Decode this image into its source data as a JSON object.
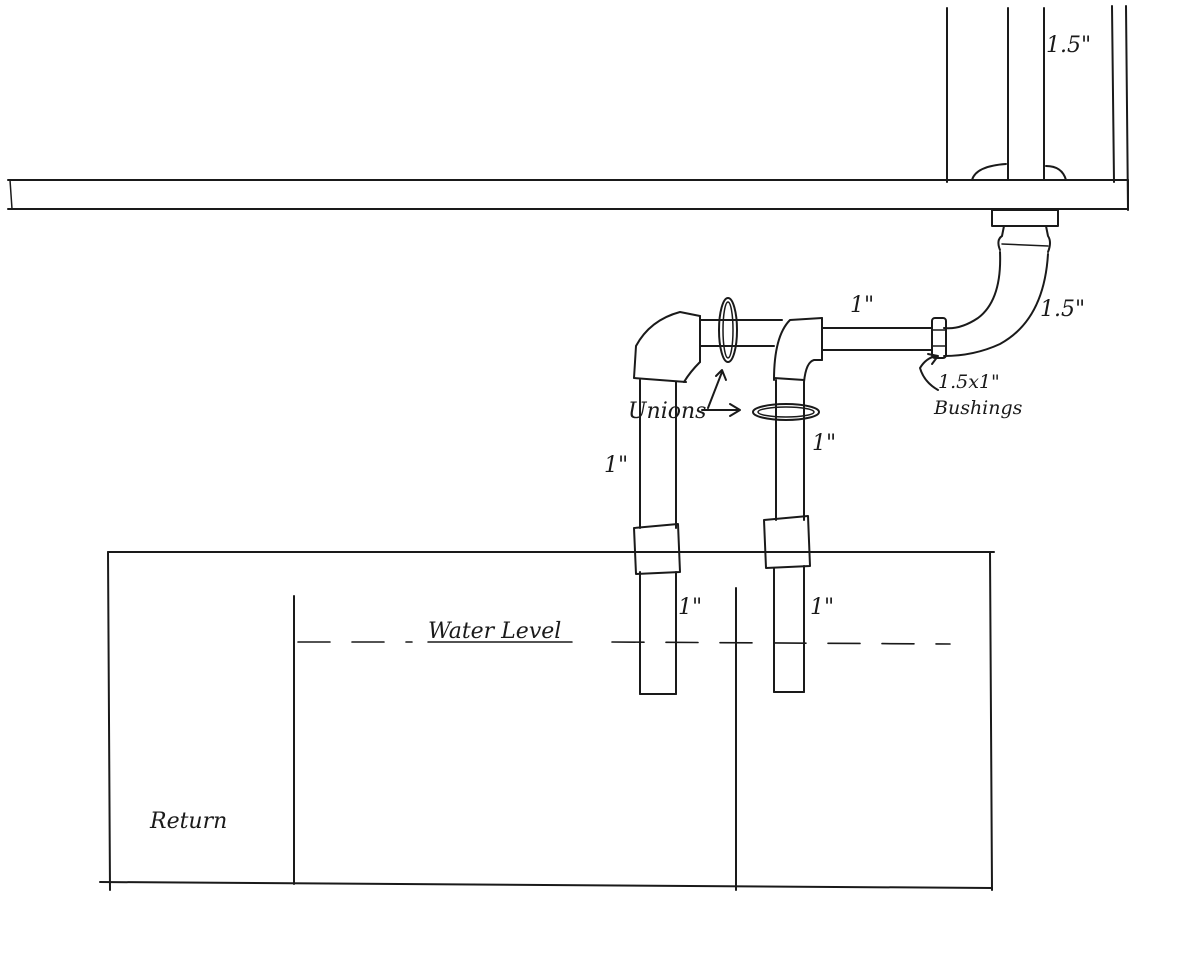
{
  "labels": {
    "top_pipe_size": "1.5\"",
    "elbow_pipe_size": "1.5\"",
    "horizontal_pipe_size": "1\"",
    "bushing_size": "1.5x1\"",
    "bushing_label": "Bushings",
    "unions_label": "Unions",
    "left_drop_size": "1\"",
    "right_drop_size": "1\"",
    "left_in_tank_size": "1\"",
    "right_in_tank_size": "1\"",
    "water_level": "Water Level",
    "return_label": "Return"
  }
}
